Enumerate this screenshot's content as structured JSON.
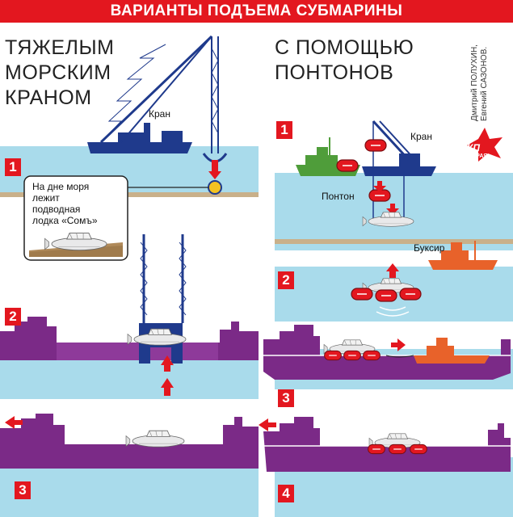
{
  "title": "ВАРИАНТЫ ПОДЪЕМА СУБМАРИНЫ",
  "left_heading": [
    "ТЯЖЕЛЫМ",
    "МОРСКИМ",
    "КРАНОМ"
  ],
  "right_heading": [
    "С ПОМОЩЬЮ",
    "ПОНТОНОВ"
  ],
  "authors": [
    "Дмитрий ПОЛУХИН,",
    "Евгений САЗОНОВ."
  ],
  "logo": {
    "main": "КП",
    "sub": "КРАЯ"
  },
  "left_steps": [
    "1",
    "2",
    "3"
  ],
  "right_steps": [
    "1",
    "2",
    "3",
    "4"
  ],
  "labels": {
    "crane_left": "Кран",
    "crane_right": "Кран",
    "pontoon": "Понтон",
    "tug": "Буксир",
    "sub_name": "Сомъ"
  },
  "callout": [
    "На дне моря",
    "лежит",
    "подводная",
    "лодка «Сомъ»"
  ],
  "colors": {
    "red": "#e3171f",
    "sea": "#a9dbeb",
    "purple": "#7b2a87",
    "navy": "#1f3a8c",
    "orange": "#e8622a",
    "green": "#4f9d3a"
  }
}
